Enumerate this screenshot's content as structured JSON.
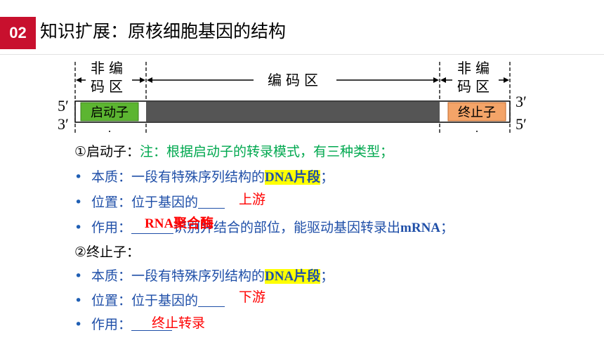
{
  "header": {
    "number": "02",
    "title": "知识扩展：原核细胞基因的结构"
  },
  "diagram": {
    "left_region": "非编码区",
    "middle_region": "编码区",
    "right_region": "非编码区",
    "promoter": "启动子",
    "terminator": "终止子",
    "left_top_end": "5′",
    "left_bottom_end": "3′",
    "right_top_end": "3′",
    "right_bottom_end": "5′",
    "colors": {
      "promoter": "#5cb531",
      "coding": "#555555",
      "terminator": "#f4a468"
    }
  },
  "promoter_section": {
    "heading": "①启动子：",
    "note": "注：根据启动子的转录模式，有三种类型；",
    "bullet": "•",
    "essence_label": "本质：一段有特殊序列结构的",
    "essence_highlight": "DNA片段",
    "essence_end": "；",
    "position_label": "位置：位于基因的",
    "position_answer": "上游",
    "function_label": "作用：",
    "function_answer": "RNA聚合酶",
    "function_rest": "识别并结合的部位，能驱动基因转录出",
    "function_mrna": "mRNA",
    "function_end": "；"
  },
  "terminator_section": {
    "heading": "②终止子：",
    "bullet": "•",
    "essence_label": "本质：一段有特殊序列结构的",
    "essence_highlight": "DNA片段",
    "essence_end": "；",
    "position_label": "位置：位于基因的",
    "position_answer": "下游",
    "function_label": "作用：",
    "function_answer": "终止转录"
  }
}
